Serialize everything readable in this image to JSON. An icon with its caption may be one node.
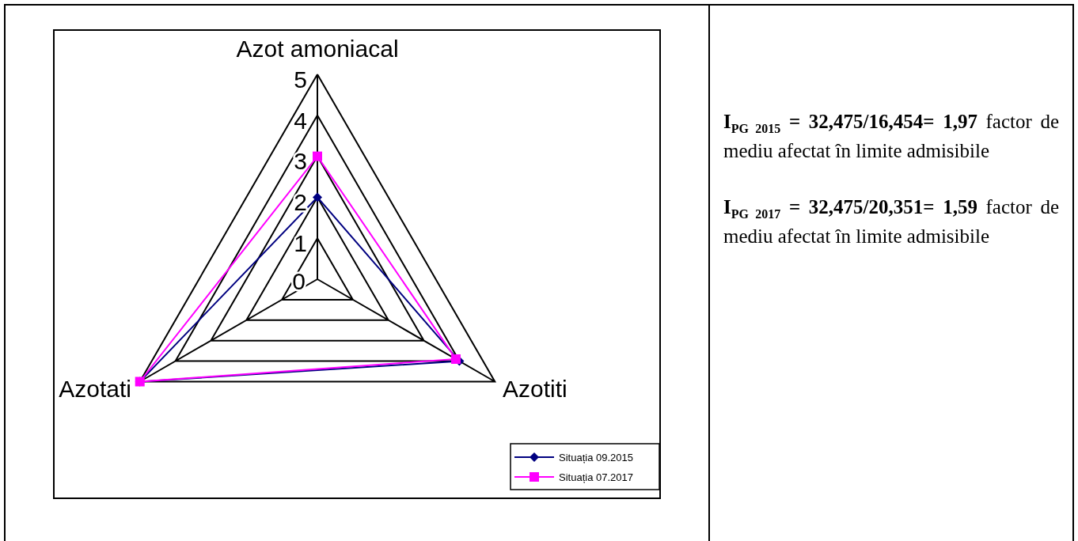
{
  "diagram": {
    "labels": [
      "Azot amoniacal",
      "5",
      "4",
      "3",
      "2",
      "1",
      "0",
      "Azotati",
      "Azotiti",
      "**I**$_{PG  2015}$ **= 32,475/16,454= 1,97** factor de mediu afectat în limite admisibile",
      "**I**$_{PG  2017}$ **= 32,475/20,351= 1,59** factor de mediu afectat în limite admisibile"
    ],
    "legend": [
      {
        "text": "Situația 09.2015"
      },
      {
        "text": "Situația 07.2017"
      }
    ]
  }
}
